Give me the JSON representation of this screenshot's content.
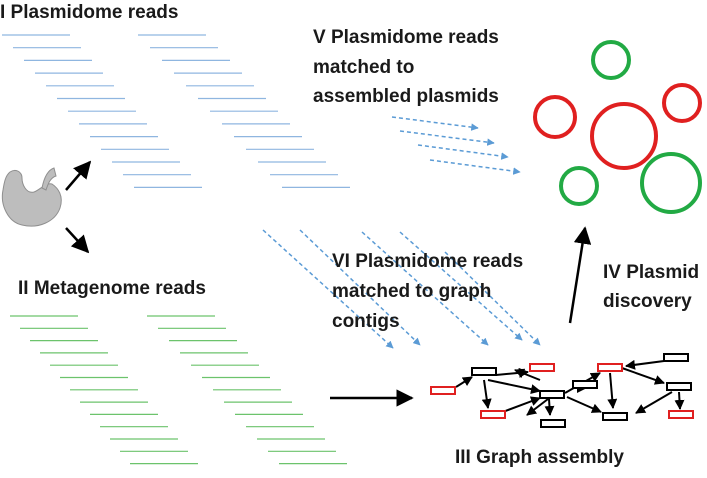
{
  "labels": {
    "step1": "I Plasmidome reads",
    "step2": "II Metagenome reads",
    "step3": "III Graph assembly",
    "step4_line1": "IV Plasmid",
    "step4_line2": "discovery",
    "step5_line1": "V Plasmidome reads",
    "step5_line2": "matched  to",
    "step5_line3": "assembled plasmids",
    "step6_line1": "VI Plasmidome reads",
    "step6_line2": "matched  to graph",
    "step6_line3": "contigs"
  },
  "colors": {
    "plasmidome_read": "#8fb6e0",
    "metagenome_read": "#6cc36c",
    "dashed_arrow": "#5b9bd5",
    "plasmid_red": "#e02020",
    "plasmid_green": "#22aa44",
    "graph_edge": "#000000",
    "highlight_node": "#e02020",
    "text": "#1a1a1a"
  },
  "icons": {
    "sample": "stomach-icon"
  }
}
